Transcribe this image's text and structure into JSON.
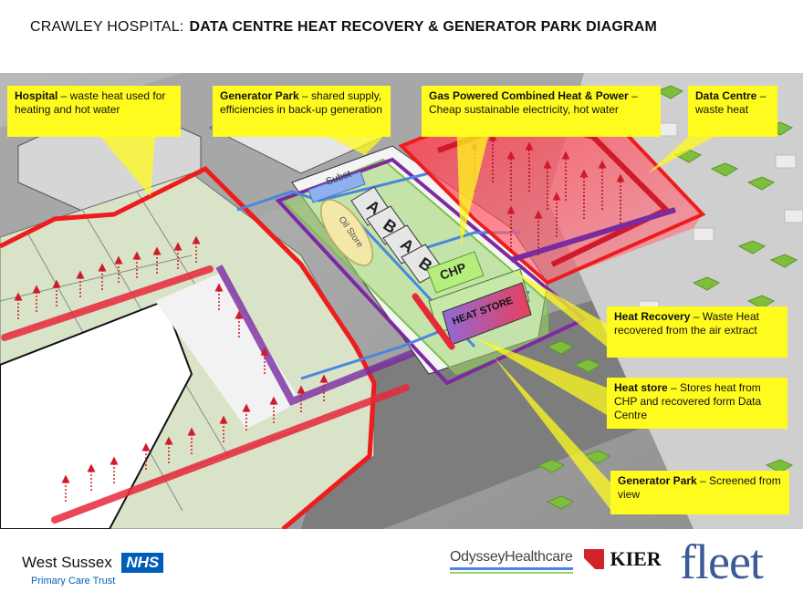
{
  "title": {
    "prefix": "CRAWLEY HOSPITAL:",
    "main": "DATA CENTRE HEAT RECOVERY & GENERATOR PARK DIAGRAM"
  },
  "callouts": {
    "hospital": {
      "heading": "Hospital",
      "text": " – waste heat used for heating and hot water"
    },
    "generator_park_top": {
      "heading": "Generator Park",
      "text": " – shared supply, efficiencies in back-up generation"
    },
    "chp": {
      "heading": "Gas Powered Combined Heat & Power",
      "text": " – Cheap sustainable electricity, hot water"
    },
    "data_centre": {
      "heading": "Data Centre",
      "text": " – waste heat"
    },
    "heat_recovery": {
      "heading": "Heat Recovery",
      "text": " – Waste Heat recovered from the air extract"
    },
    "heat_store": {
      "heading": "Heat store",
      "text": " – Stores heat from CHP and recovered form Data Centre"
    },
    "generator_park_bottom": {
      "heading": "Generator Park",
      "text": " – Screened from view"
    }
  },
  "diagram_labels": {
    "subst": "Subst",
    "oil_store": "Oil Store",
    "gen_a1": "A",
    "gen_b1": "B",
    "gen_a2": "A",
    "gen_b2": "B",
    "chp": "CHP",
    "heat_store": "HEAT STORE"
  },
  "logos": {
    "west_sussex": "West Sussex",
    "nhs": "NHS",
    "primary_care": "Primary Care Trust",
    "odyssey": "OdysseyHealthcare",
    "kier": "KIER",
    "fleet": "fleet"
  },
  "colors": {
    "callout_bg": "#fffb1e",
    "boundary_red": "#ee1c1c",
    "purple": "#7b2aa0",
    "pipe_red": "#e8283a",
    "pipe_blue": "#4a86e0",
    "nhs_blue": "#005eb8",
    "fleet_blue": "#3c5a96"
  }
}
